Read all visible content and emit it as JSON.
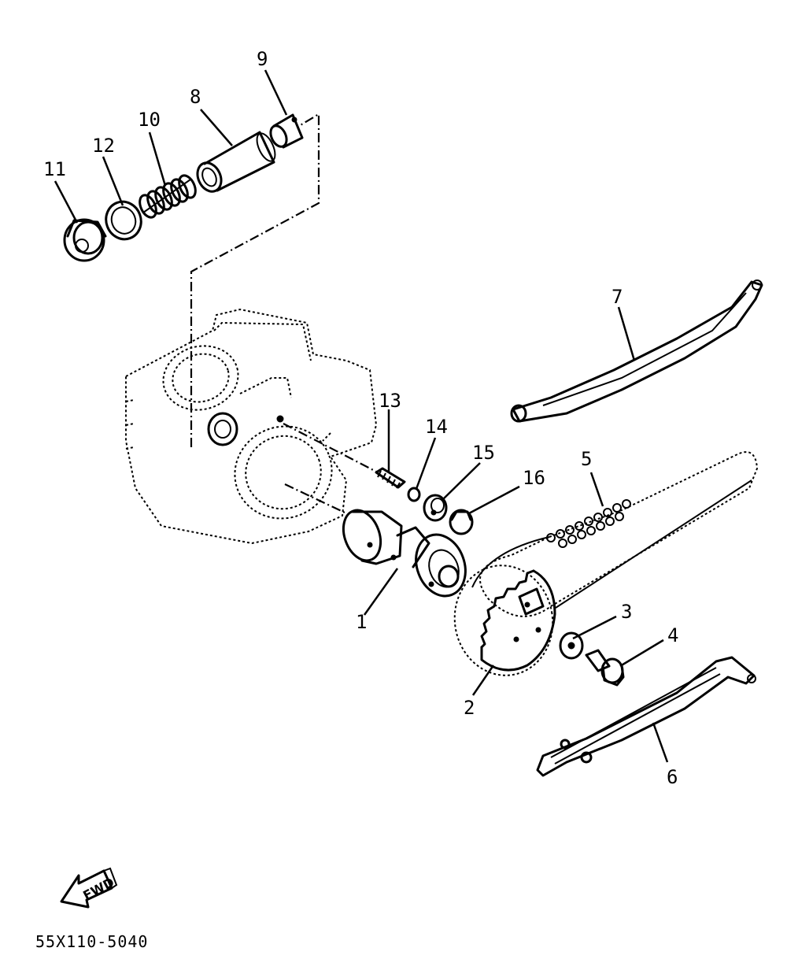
{
  "callouts": {
    "c1": "1",
    "c2": "2",
    "c3": "3",
    "c4": "4",
    "c5": "5",
    "c6": "6",
    "c7": "7",
    "c8": "8",
    "c9": "9",
    "c10": "10",
    "c11": "11",
    "c12": "12",
    "c13": "13",
    "c14": "14",
    "c15": "15",
    "c16": "16"
  },
  "fwd_label": "FWD",
  "diagram_code": "55X110-5040"
}
